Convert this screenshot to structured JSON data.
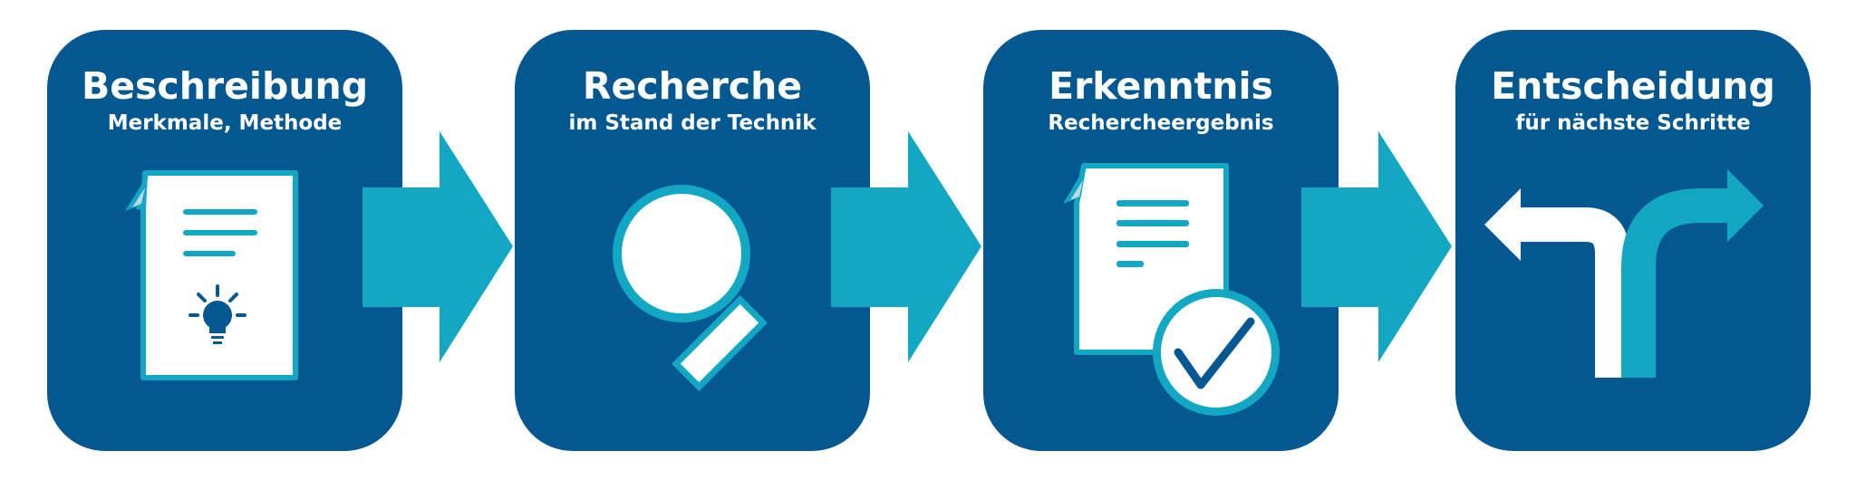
{
  "steps": [
    {
      "title": "Beschreibung",
      "subtitle": "Merkmale, Methode",
      "icon": "document-lightbulb-icon"
    },
    {
      "title": "Recherche",
      "subtitle": "im Stand der Technik",
      "icon": "magnifier-icon"
    },
    {
      "title": "Erkenntnis",
      "subtitle": "Rechercheergebnis",
      "icon": "document-check-icon"
    },
    {
      "title": "Entscheidung",
      "subtitle": "für nächste Schritte",
      "icon": "fork-arrows-icon"
    }
  ],
  "colors": {
    "box": "#045891",
    "accent": "#12a8c4",
    "white": "#ffffff"
  }
}
